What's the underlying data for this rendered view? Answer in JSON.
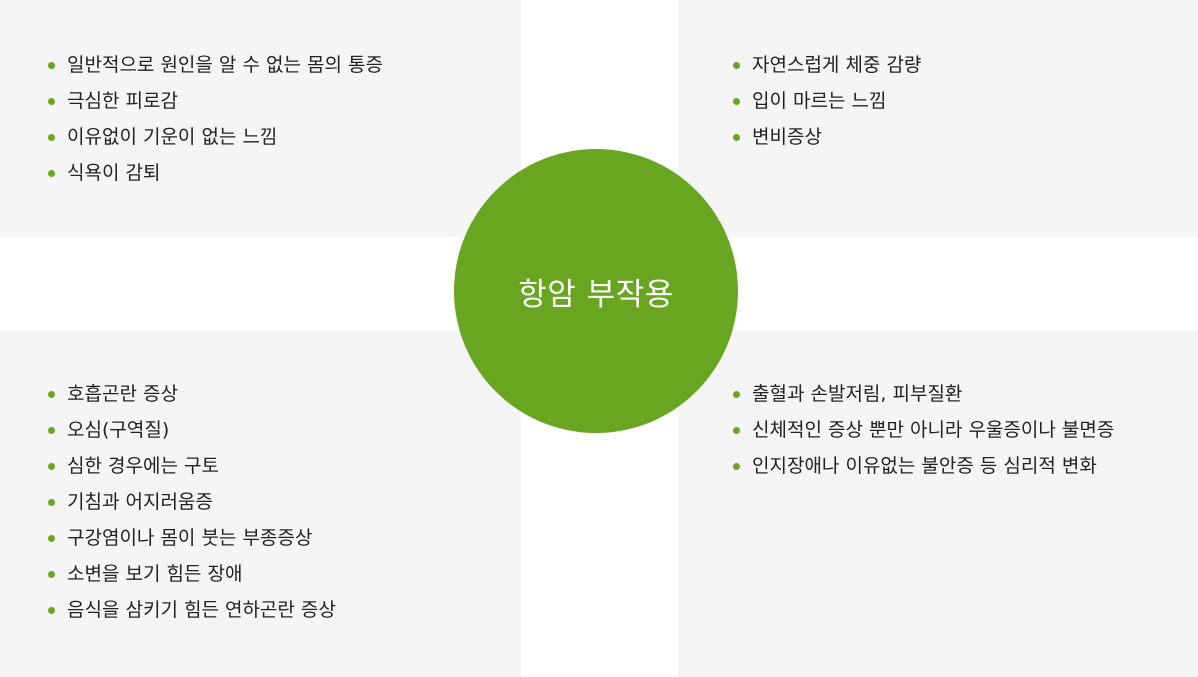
{
  "center": {
    "title": "항암 부작용"
  },
  "quadrants": {
    "top_left": [
      "일반적으로 원인을 알 수 없는 몸의 통증",
      "극심한 피로감",
      "이유없이 기운이 없는 느낌",
      "식욕이 감퇴"
    ],
    "top_right": [
      "자연스럽게 체중 감량",
      "입이 마르는 느낌",
      "변비증상"
    ],
    "bottom_left": [
      "호흡곤란 증상",
      "오심(구역질)",
      "심한 경우에는 구토",
      "기침과 어지러움증",
      "구강염이나 몸이 붓는 부종증상",
      "소변을 보기 힘든 장애",
      "음식을 삼키기 힘든 연하곤란 증상"
    ],
    "bottom_right": [
      "출혈과 손발저림, 피부질환",
      "신체적인 증상 뿐만 아니라 우울증이나 불면증",
      "인지장애나 이유없는 불안증 등 심리적 변화"
    ]
  },
  "colors": {
    "accent": "#68a521",
    "bullet": "#6aa521",
    "panel": "#f5f5f5",
    "text": "#222222"
  }
}
